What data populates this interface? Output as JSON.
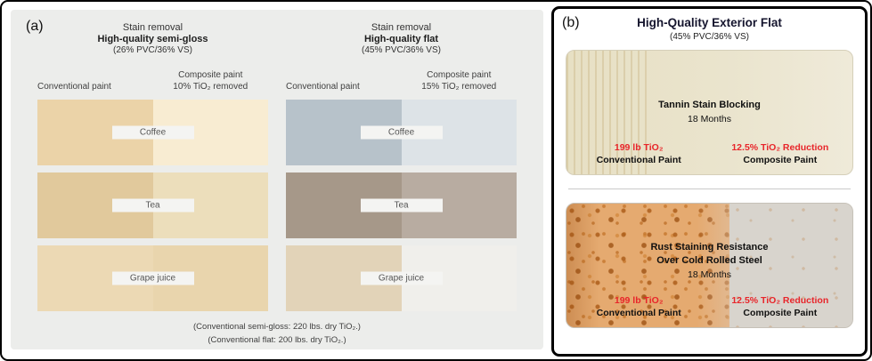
{
  "colors": {
    "red": "#e8252a",
    "heading": "#15152e"
  },
  "panel_a": {
    "label": "(a)",
    "groups": [
      {
        "title": "Stain removal",
        "subtitle": "High-quality semi-gloss",
        "formulation": "(26% PVC/36% VS)",
        "left_column": "Conventional paint",
        "right_column_line1": "Composite paint",
        "right_column_line2": "10% TiO₂ removed",
        "rows": [
          {
            "label": "Coffee",
            "left_color": "#ebd3a8",
            "right_color": "#f8ecd2"
          },
          {
            "label": "Tea",
            "left_color": "#e1c99c",
            "right_color": "#ecdebb"
          },
          {
            "label": "Grape juice",
            "left_color": "#ecd9b4",
            "right_color": "#e9d5ad"
          }
        ]
      },
      {
        "title": "Stain removal",
        "subtitle": "High-quality flat",
        "formulation": "(45% PVC/36% VS)",
        "left_column": "Conventional paint",
        "right_column_line1": "Composite paint",
        "right_column_line2": "15% TiO₂ removed",
        "rows": [
          {
            "label": "Coffee",
            "left_color": "#b7c2ca",
            "right_color": "#dde3e7"
          },
          {
            "label": "Tea",
            "left_color": "#a69889",
            "right_color": "#b8aca1"
          },
          {
            "label": "Grape juice",
            "left_color": "#e2d3b8",
            "right_color": "#f0efeb"
          }
        ]
      }
    ],
    "footnote_semi_gloss": "(Conventional semi-gloss: 220 lbs. dry TiO₂.)",
    "footnote_flat": "(Conventional flat: 200 lbs. dry TiO₂.)"
  },
  "panel_b": {
    "label": "(b)",
    "title": "High-Quality Exterior Flat",
    "subtitle": "(45% PVC/36% VS)",
    "cards": [
      {
        "title_line1": "Tannin Stain Blocking",
        "duration": "18 Months",
        "base_color": "#e9e3cc"
      },
      {
        "title_line1": "Rust Staining Resistance",
        "title_line2": "Over Cold Rolled Steel",
        "duration": "18 Months",
        "left_base_color": "#e5aa70",
        "right_base_color": "#d8d4cd"
      }
    ],
    "conventional": {
      "red_line": "199 lb TiO₂",
      "black_line": "Conventional Paint"
    },
    "composite": {
      "red_line": "12.5% TiO₂ Reduction",
      "black_line": "Composite Paint"
    }
  }
}
